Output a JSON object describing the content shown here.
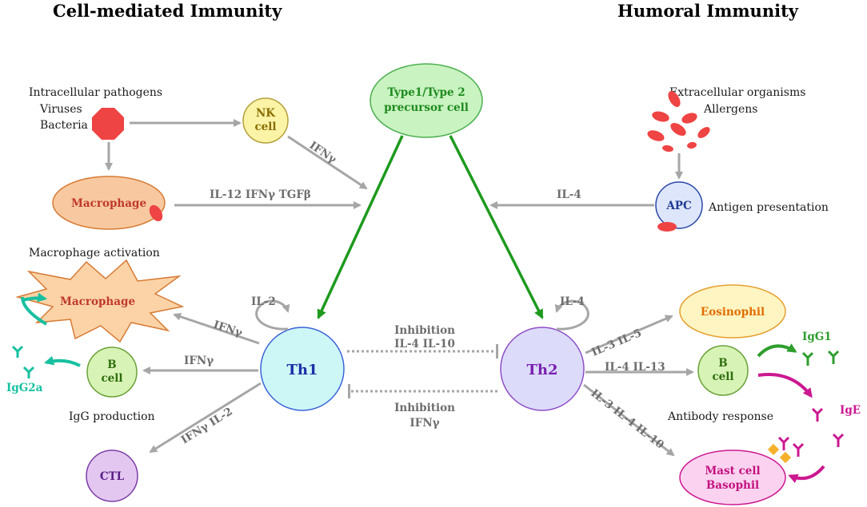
{
  "headers": {
    "left": "Cell-mediated Immunity",
    "right": "Humoral Immunity"
  },
  "left_top": {
    "line1": "Intracellular pathogens",
    "line2": "Viruses",
    "line3": "Bacteria"
  },
  "right_top": {
    "line1": "Extracellular organisms",
    "line2": "Allergens"
  },
  "cells": {
    "precursor_1": "Type1/Type 2",
    "precursor_2": "precursor cell",
    "nk_1": "NK",
    "nk_2": "cell",
    "macrophage": "Macrophage",
    "apc": "APC",
    "activated_macrophage": "Macrophage",
    "bcell_left_1": "B",
    "bcell_left_2": "cell",
    "th1": "Th1",
    "th2": "Th2",
    "ctl": "CTL",
    "eosinophil": "Eosinophil",
    "bcell_right_1": "B",
    "bcell_right_2": "cell",
    "mast_1": "Mast cell",
    "mast_2": "Basophil"
  },
  "labels": {
    "antigen_presentation": "Antigen presentation",
    "macrophage_activation": "Macrophage activation",
    "igg_production": "IgG production",
    "antibody_response": "Antibody response",
    "igg2a": "IgG2a",
    "igg1": "IgG1",
    "ige": "IgE"
  },
  "cytokines": {
    "nk_to_center": "IFNγ",
    "mac_to_center": "IL-12 IFNγ TGFβ",
    "apc_to_center": "IL-4",
    "th1_auto": "IL-2",
    "th2_auto": "IL-4",
    "inhibition_top_1": "Inhibition",
    "inhibition_top_2": "IL-4  IL-10",
    "inhibition_bottom_1": "Inhibition",
    "inhibition_bottom_2": "IFNγ",
    "th1_to_mac": "IFNγ",
    "th1_to_bcell": "IFNγ",
    "th1_to_ctl": "IFNγ  IL-2",
    "th2_to_eos": "IL-3  IL-5",
    "th2_to_bcell": "IL-4  IL-13",
    "th2_to_mast": "IL-3  IL-4  IL-10"
  },
  "colors": {
    "green_arrow": "#1e9a1e",
    "gray_arrow": "#a6a6a6",
    "teal": "#17c0a0",
    "green": "#2e9e2e",
    "magenta": "#cc1890",
    "pathogen_red": "#ef4444"
  }
}
